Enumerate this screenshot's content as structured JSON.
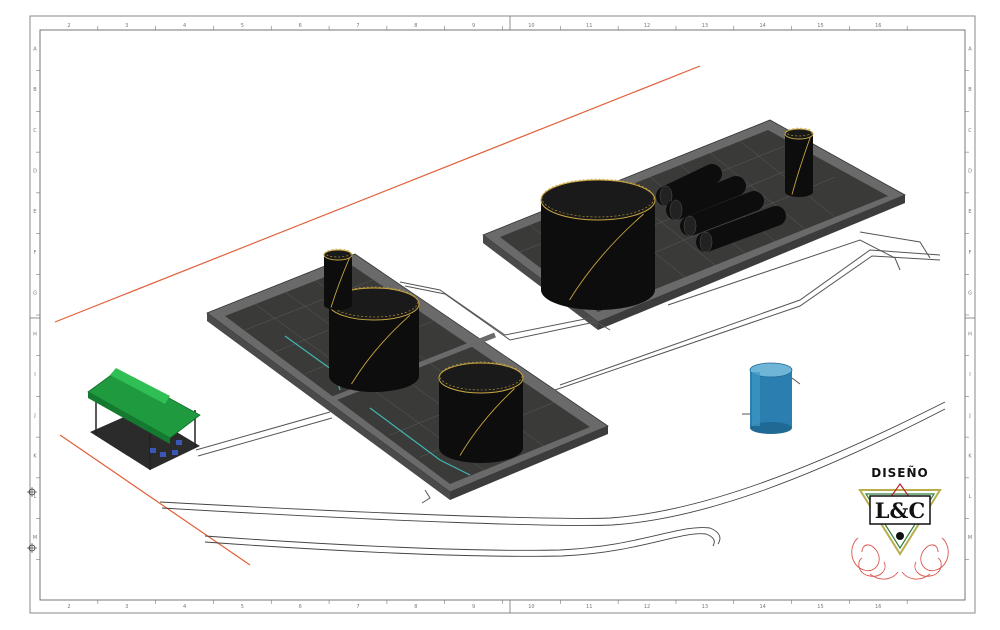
{
  "frame": {
    "top_ticks": [
      "2",
      "3",
      "4",
      "5",
      "6",
      "7",
      "8",
      "9",
      "10",
      "11",
      "12",
      "13",
      "14",
      "15",
      "16"
    ],
    "side_ticks": [
      "A",
      "B",
      "C",
      "D",
      "E",
      "F",
      "G",
      "H",
      "I",
      "J",
      "K",
      "L",
      "M"
    ]
  },
  "logo": {
    "title": "DISEÑO",
    "mark": "L&C"
  },
  "colors": {
    "tank": "#0d0d0d",
    "slab": "#5a5a5a",
    "slab_floor": "#3a3b39",
    "roof_green": "#1f9a3e",
    "water_tank": "#2a7fb0",
    "boundary": "#e0603a",
    "rail": "#c9a640",
    "pipe_cyan": "#3fb6b0"
  }
}
